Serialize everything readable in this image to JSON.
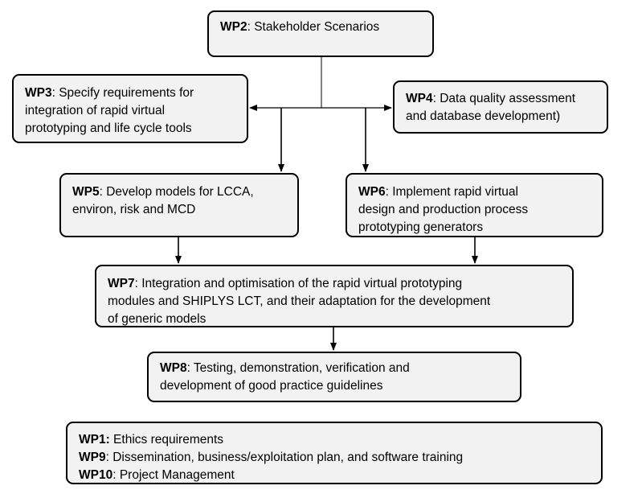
{
  "diagram": {
    "boxes": {
      "wp2": {
        "id": "WP2",
        "lines": [
          ": Stakeholder Scenarios"
        ]
      },
      "wp3": {
        "id": "WP3",
        "lines": [
          ": Specify requirements for",
          "integration of rapid virtual",
          "prototyping and life cycle tools"
        ]
      },
      "wp4": {
        "id": "WP4",
        "lines": [
          ": Data quality assessment",
          "and database development)"
        ]
      },
      "wp5": {
        "id": "WP5",
        "lines": [
          ": Develop models for LCCA,",
          "environ, risk and MCD"
        ]
      },
      "wp6": {
        "id": "WP6",
        "lines": [
          ": Implement rapid virtual",
          "design and production process",
          "prototyping generators"
        ]
      },
      "wp7": {
        "id": "WP7",
        "lines": [
          ": Integration and optimisation of the rapid virtual prototyping",
          "modules and SHIPLYS LCT, and their adaptation for the development",
          "of generic models"
        ]
      },
      "wp8": {
        "id": "WP8",
        "lines": [
          ": Testing, demonstration, verification and",
          "development of good practice guidelines"
        ]
      }
    },
    "other_packages": [
      {
        "id": "WP1:",
        "text": " Ethics requirements"
      },
      {
        "id": "WP9",
        "text": ": Dissemination, business/exploitation plan, and software training"
      },
      {
        "id": "WP10",
        "text": ": Project Management"
      }
    ]
  }
}
